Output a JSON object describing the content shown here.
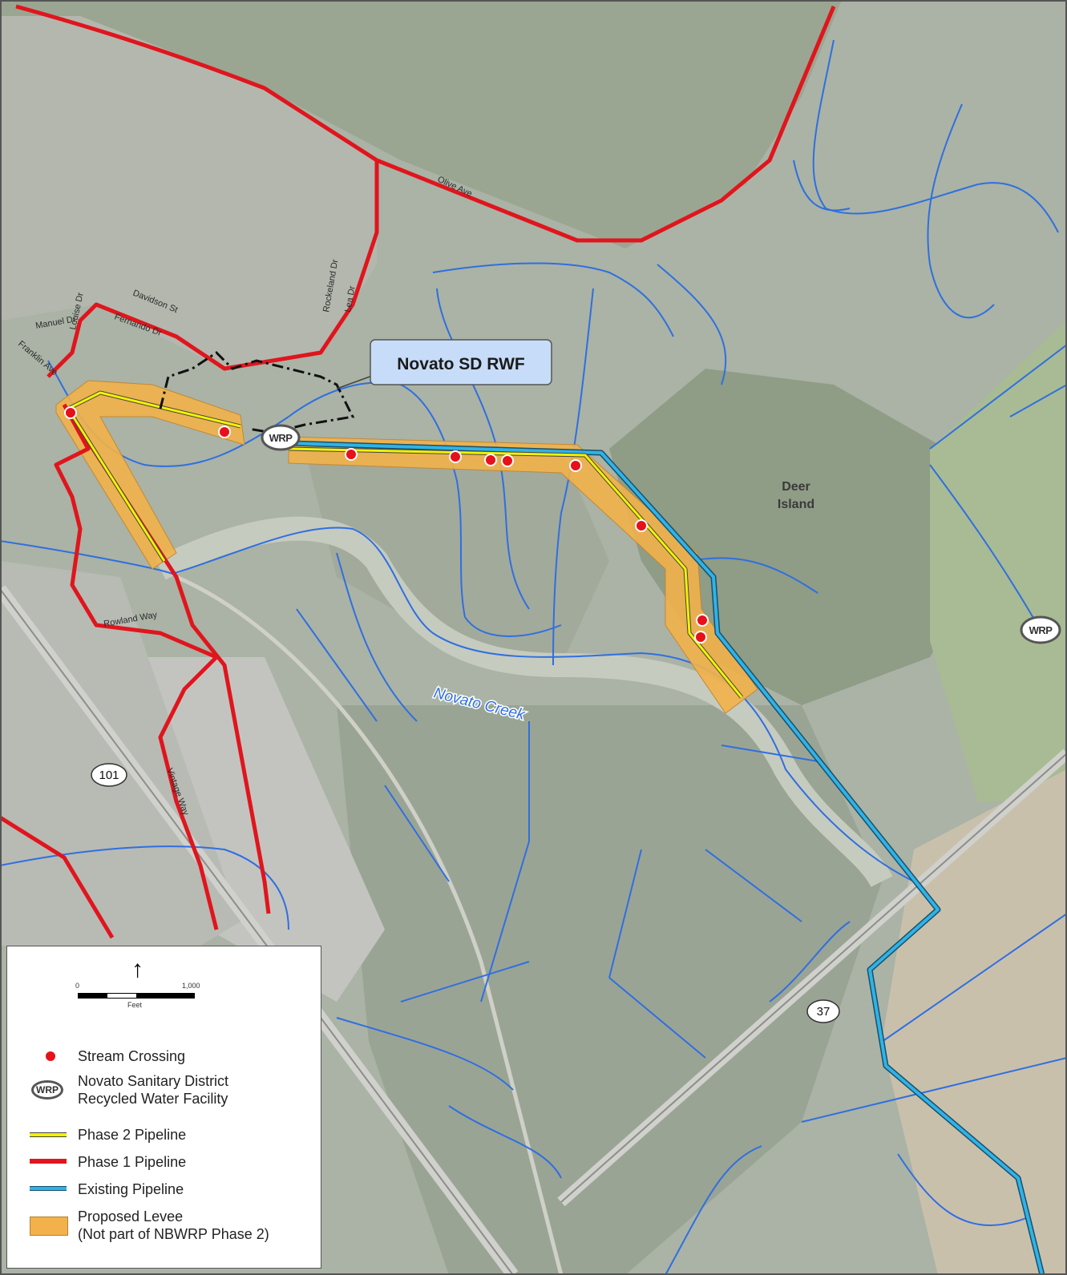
{
  "map": {
    "callout": "Novato SD RWF",
    "place": {
      "line1": "Deer",
      "line2": "Island"
    },
    "creek": "Novato Creek",
    "wrp_symbol": "WRP",
    "highways": {
      "h101": "101",
      "h37": "37"
    },
    "streets": {
      "olive_ave": "Olive Ave",
      "davidson_st": "Davidson St",
      "fernando_dr": "Fernando Dr",
      "manuel_dr": "Manuel Dr",
      "louise_dr": "Louise Dr",
      "franklin_ave": "Franklin Ave",
      "lea_dr": "Lea Dr",
      "rowland_way": "Rowland Way",
      "vintage_way": "Vintage Way",
      "rockeland_dr": "Rockeland Dr"
    },
    "colors": {
      "phase1": "#e0151d",
      "phase2": "#f2f200",
      "existing": "#2fb3e6",
      "levee": "#f2b14a",
      "stream": "#2f6fe0",
      "crossing": "#e8101a"
    }
  },
  "legend": {
    "north_icon": "north-arrow-icon",
    "scale": {
      "zero": "0",
      "max": "1,000",
      "unit": "Feet"
    },
    "items": [
      {
        "icon": "stream-crossing-icon",
        "label": "Stream Crossing"
      },
      {
        "icon": "wrp-icon",
        "label_line1": "Novato Sanitary District",
        "label_line2": "Recycled Water Facility"
      },
      {
        "icon": "phase2-line-icon",
        "label": "Phase 2 Pipeline"
      },
      {
        "icon": "phase1-line-icon",
        "label": "Phase 1 Pipeline"
      },
      {
        "icon": "existing-line-icon",
        "label": "Existing Pipeline"
      },
      {
        "icon": "levee-icon",
        "label_line1": "Proposed Levee",
        "label_line2": "(Not part of NBWRP Phase 2)"
      }
    ]
  }
}
